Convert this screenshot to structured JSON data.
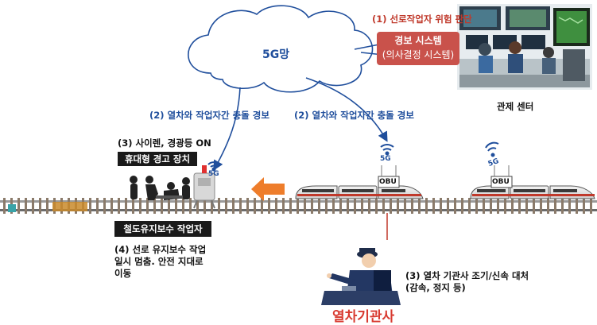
{
  "cloud": {
    "label": "5G망"
  },
  "alarm_system": {
    "risk_step": "(1) 선로작업자 위험 판단",
    "title": "경보 시스템",
    "subtitle": "(의사결정 시스템)"
  },
  "control_center": {
    "label": "관제 센터"
  },
  "warnings": {
    "left": "(2) 열차와 작업자간 충돌 경보",
    "right": "(2) 열차와 작업자간 충돌 경보"
  },
  "siren": {
    "label": "(3) 사이렌, 경광등 ON"
  },
  "portable_device": {
    "label": "휴대형 경고 장치",
    "signal": "5G"
  },
  "workers": {
    "label": "철도유지보수 작업자",
    "action": "(4) 선로 유지보수 작업\n일시 멈춤. 안전 지대로\n이동"
  },
  "trains": [
    {
      "obu": "OBU",
      "signal": "5G"
    },
    {
      "obu": "OBU",
      "signal": "5G"
    }
  ],
  "driver": {
    "action": "(3) 열차 기관사 조기/신속 대처\n(감속, 정지 등)",
    "label": "열차기관사"
  },
  "colors": {
    "link_blue": "#1f4e9c",
    "alarm_red": "#c9524b",
    "driver_red": "#d83a30",
    "arrow_orange": "#ee7d2b"
  }
}
